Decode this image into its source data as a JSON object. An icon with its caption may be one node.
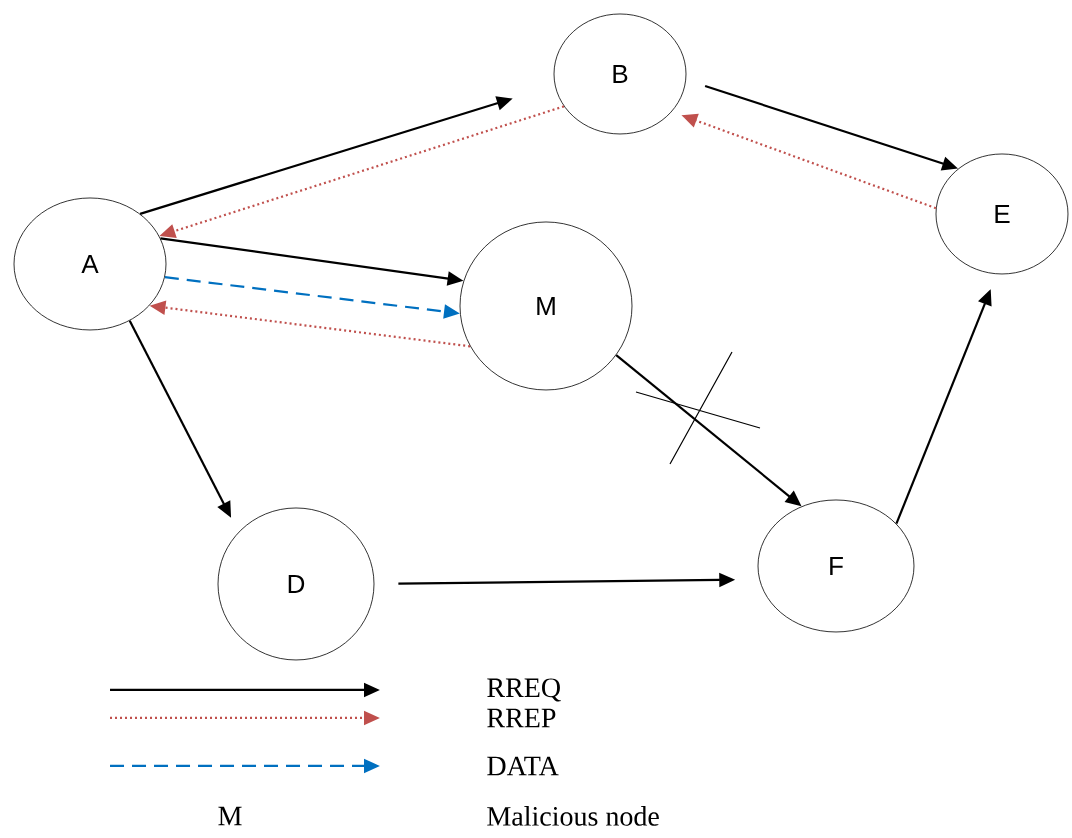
{
  "diagram": {
    "nodes": [
      {
        "text": [
          "A"
        ]
      },
      {
        "text": [
          "B"
        ]
      },
      {
        "text": [
          "E"
        ]
      },
      {
        "text": [
          "M"
        ]
      },
      {
        "text": [
          "D"
        ]
      },
      {
        "text": [
          "F"
        ]
      }
    ],
    "edges": [
      {
        "from": 0,
        "to": 1,
        "arrow": "to"
      },
      {
        "from": 1,
        "to": 0,
        "arrow": "to",
        "style": "dashed",
        "color": "#c0504d"
      },
      {
        "from": 1,
        "to": 2,
        "arrow": "to"
      },
      {
        "from": 2,
        "to": 1,
        "arrow": "to",
        "style": "dashed",
        "color": "#c0504d"
      },
      {
        "from": 0,
        "to": 3,
        "arrow": "to"
      },
      {
        "from": 0,
        "to": 3,
        "arrow": "to",
        "style": "dashed",
        "color": "#0070c0"
      },
      {
        "from": 3,
        "to": 0,
        "arrow": "to",
        "style": "dashed",
        "color": "#c0504d"
      },
      {
        "from": 3,
        "to": 5,
        "arrow": "to"
      },
      {
        "from": 0,
        "to": 4,
        "arrow": "to"
      },
      {
        "from": 4,
        "to": 5,
        "arrow": "to"
      },
      {
        "from": 5,
        "to": 2,
        "arrow": "to"
      }
    ],
    "labels": [
      "M",
      "Malicious node"
    ],
    "legend": [
      {
        "text": "RREQ"
      },
      {
        "text": "RREP"
      },
      {
        "text": "DATA"
      }
    ]
  }
}
